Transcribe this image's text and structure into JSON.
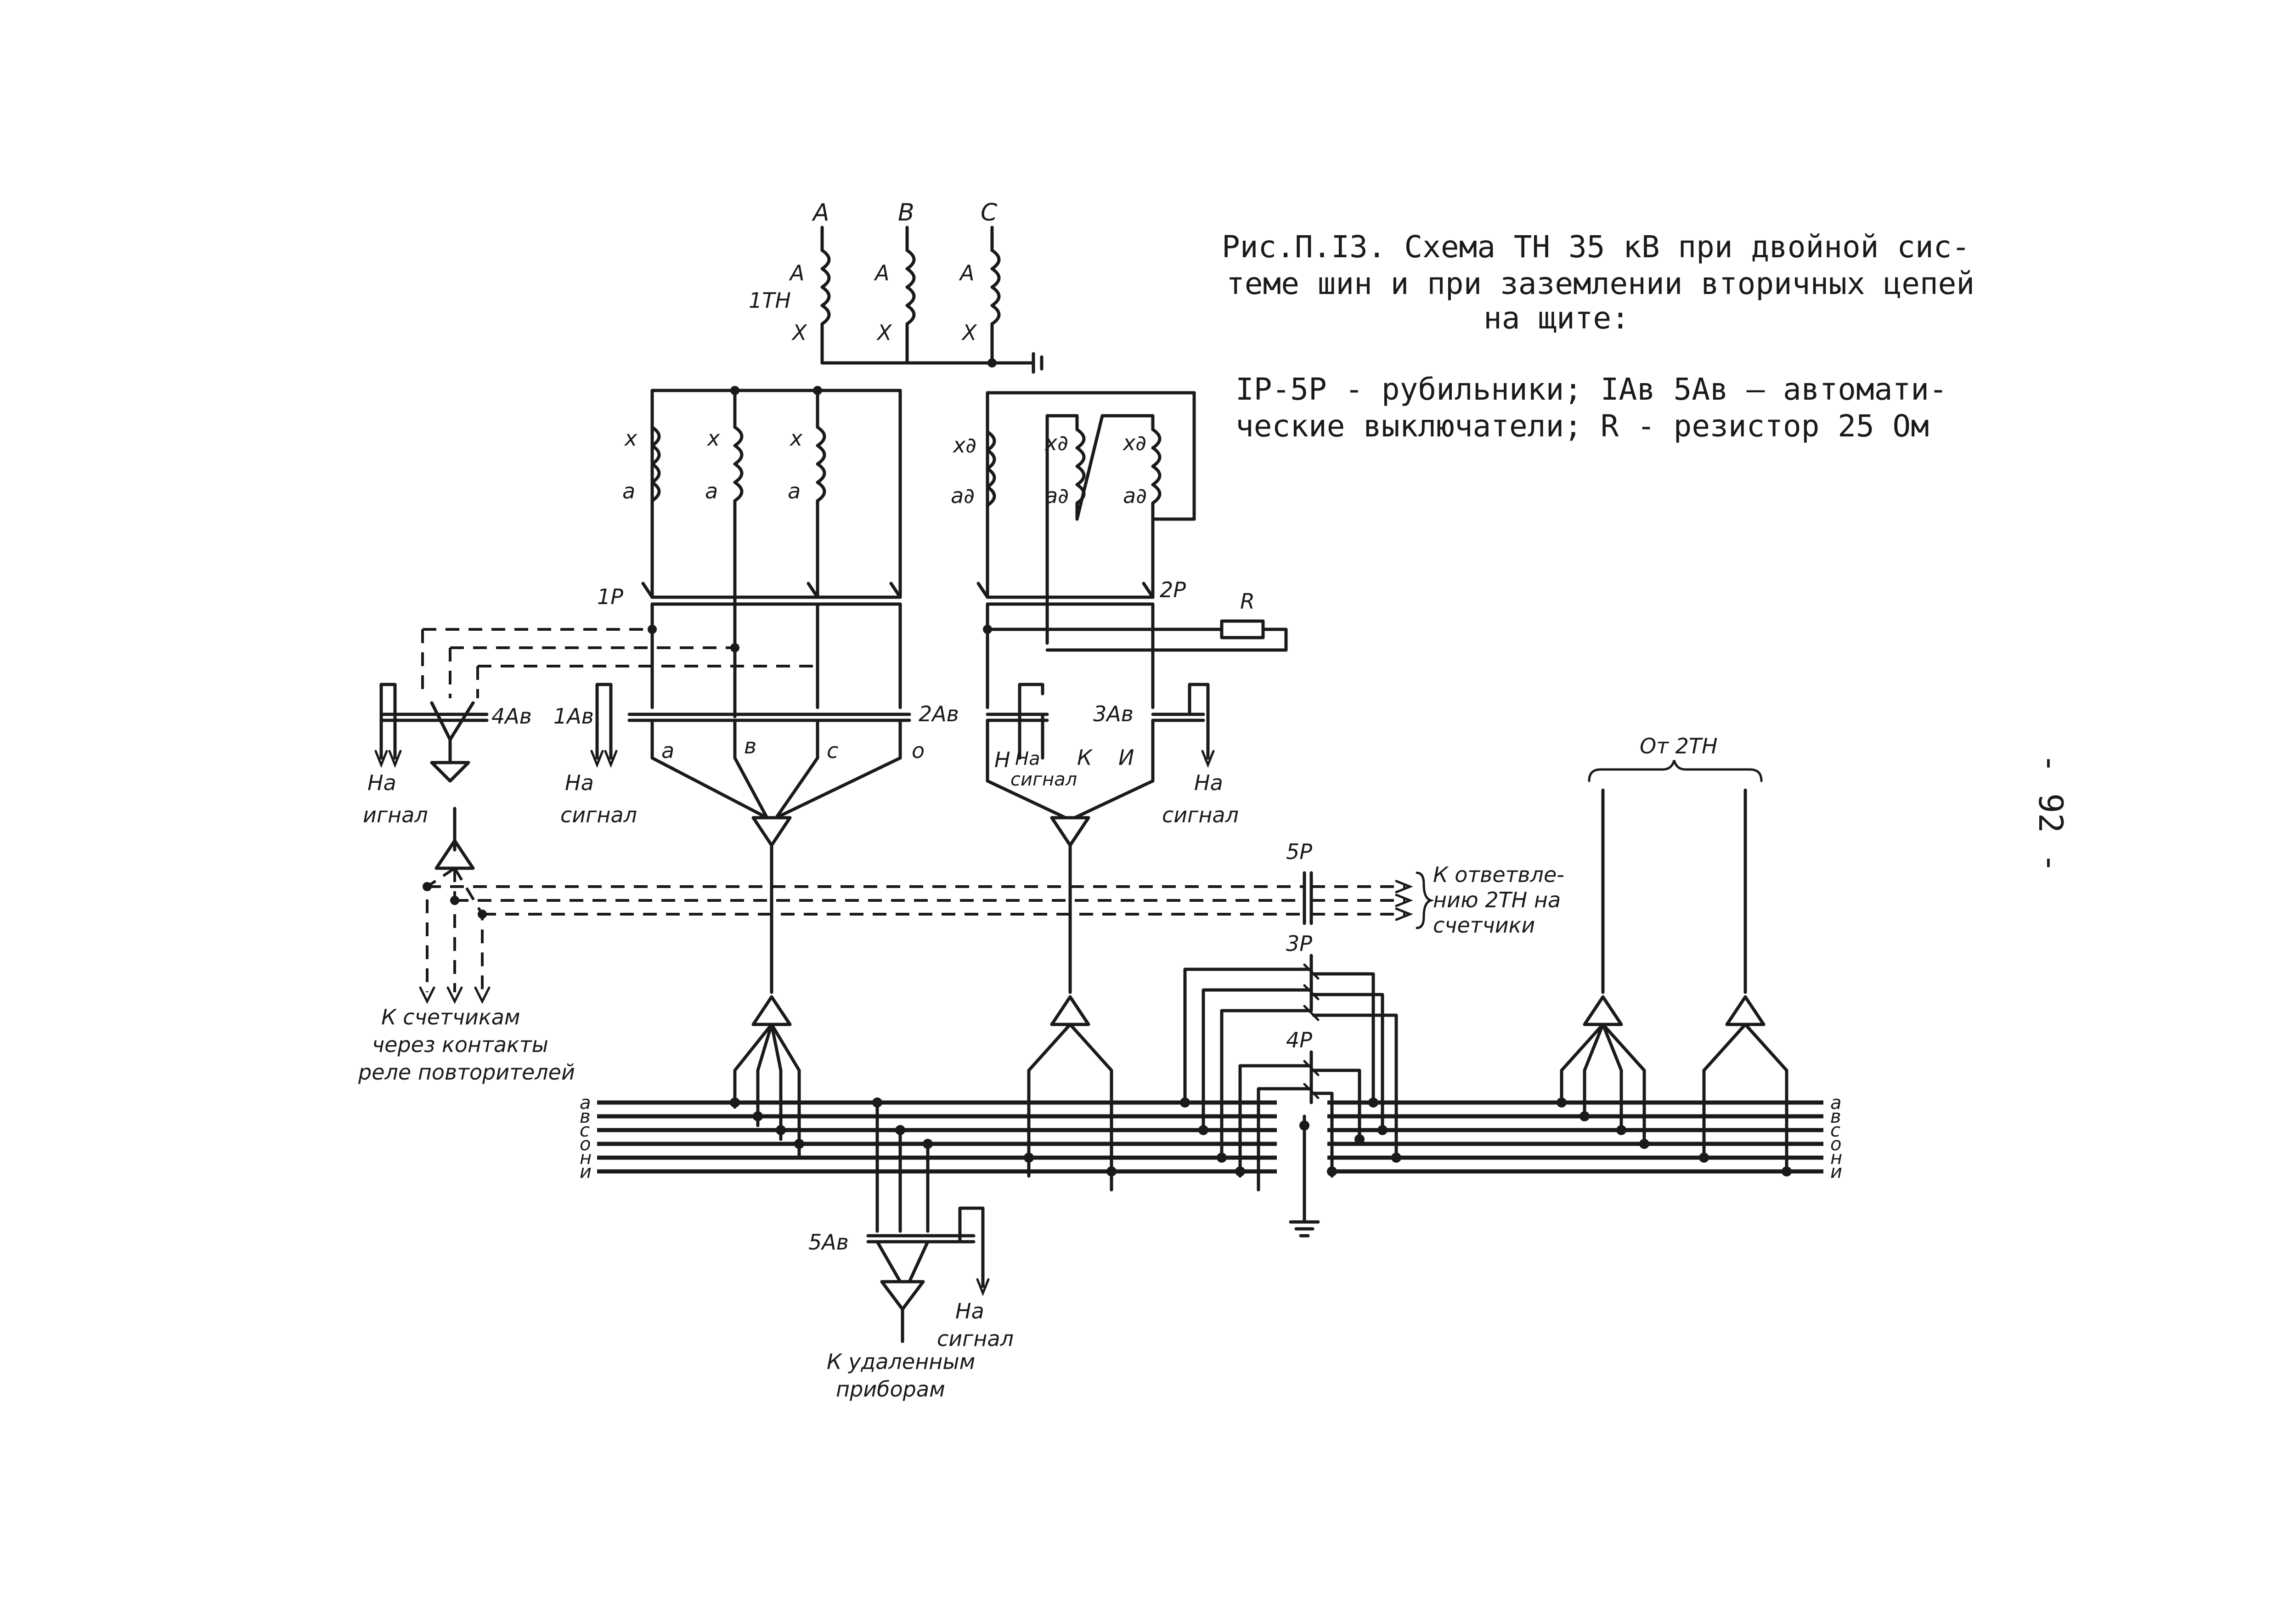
{
  "caption": {
    "line1": "Рис.П.I3. Схема ТН 35 кВ при двойной сис-",
    "line2": "теме шин и при заземлении вторичных цепей",
    "line3": "на щите:",
    "legend1": "IР-5Р  - рубильники; IАв 5Ав  — автомати-",
    "legend2": "ческие выключатели;  R - резистор 25 Ом"
  },
  "page_number": "- 92 -",
  "phases": [
    "A",
    "B",
    "C"
  ],
  "primary_terminals": [
    "A",
    "X"
  ],
  "transformer_1": "1ТН",
  "transformer_2": "От 2ТН",
  "secondary_terminals": [
    "x",
    "a"
  ],
  "open_delta_terminals": [
    "x∂",
    "a∂"
  ],
  "switches": [
    "1Р",
    "2Р",
    "3Р",
    "4Р",
    "5Р"
  ],
  "breakers": [
    "1Ав",
    "2Ав",
    "3Ав",
    "4Ав",
    "5Ав"
  ],
  "resistor_label": "R",
  "phase_labels_main": [
    "а",
    "в",
    "с",
    "о"
  ],
  "phase_labels_delta": [
    "Н",
    "К",
    "И"
  ],
  "bus_labels": [
    "а",
    "в",
    "с",
    "о",
    "н",
    "и"
  ],
  "annotations": {
    "na_signal": [
      "На",
      "сигнал"
    ],
    "na_signal_left": [
      "На",
      "игнал"
    ],
    "na_signal_sub": "На сигнал",
    "to_meters": [
      "К счетчикам",
      "через контакты",
      "реле повторителей"
    ],
    "to_branch": [
      "К ответвле-",
      "нию 2ТН на",
      "счетчики"
    ],
    "to_remote": [
      "К удаленным",
      "приборам"
    ]
  }
}
